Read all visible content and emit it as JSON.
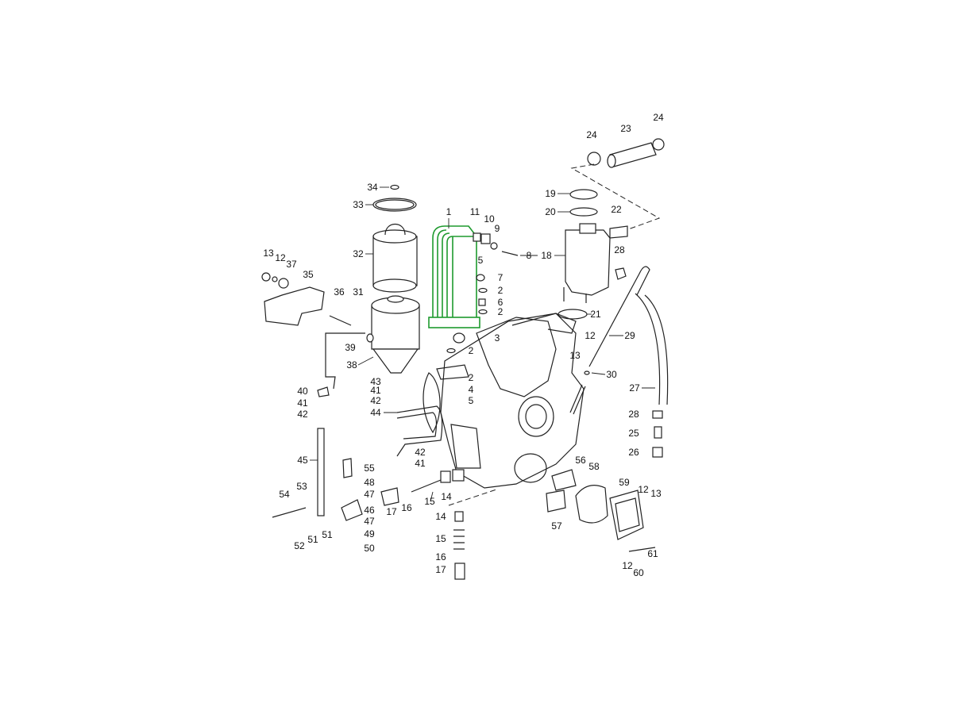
{
  "title": "Oil system exploded parts diagram",
  "highlight_color": "#1e9a2e",
  "highlighted_part": "1",
  "parts": [
    "24",
    "23",
    "24",
    "34",
    "33",
    "32",
    "1",
    "11",
    "10",
    "9",
    "8",
    "19",
    "20",
    "22",
    "18",
    "28",
    "13",
    "12",
    "37",
    "35",
    "36",
    "31",
    "5",
    "7",
    "2",
    "6",
    "2",
    "21",
    "29",
    "12",
    "13",
    "3",
    "2",
    "39",
    "38",
    "30",
    "27",
    "43",
    "41",
    "42",
    "2",
    "4",
    "5",
    "40",
    "41",
    "42",
    "44",
    "28",
    "25",
    "26",
    "45",
    "42",
    "41",
    "55",
    "48",
    "47",
    "46",
    "47",
    "49",
    "50",
    "53",
    "54",
    "52",
    "51",
    "51",
    "17",
    "16",
    "15",
    "14",
    "56",
    "58",
    "57",
    "59",
    "12",
    "13",
    "14",
    "15",
    "16",
    "17",
    "12",
    "60",
    "61"
  ]
}
